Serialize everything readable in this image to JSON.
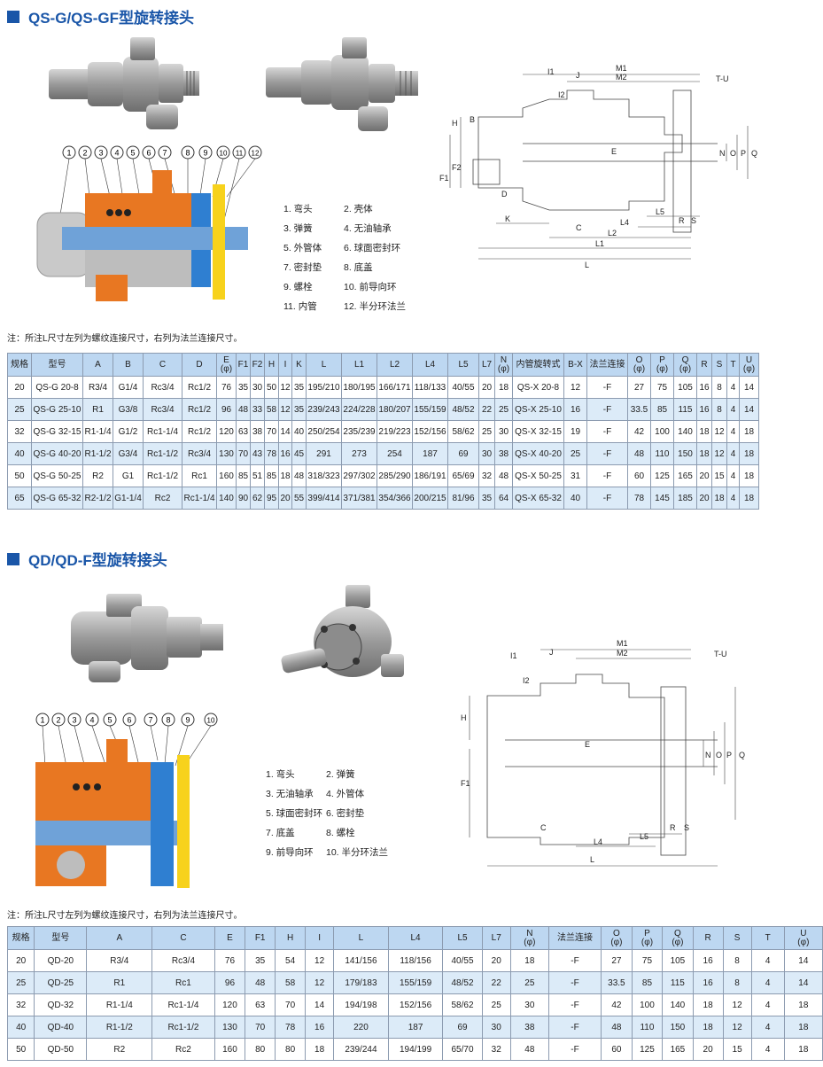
{
  "section1": {
    "title": "QS-G/QS-GF型旋转接头",
    "callouts": [
      "1",
      "2",
      "3",
      "4",
      "5",
      "6",
      "7",
      "8",
      "9",
      "10",
      "11",
      "12"
    ],
    "parts": [
      "1. 弯头",
      "2. 壳体",
      "3. 弹簧",
      "4. 无油轴承",
      "5. 外管体",
      "6. 球面密封环",
      "7. 密封垫",
      "8. 底盖",
      "9. 螺栓",
      "10. 前导向环",
      "11. 内管",
      "12. 半分环法兰"
    ],
    "dims": {
      "M1": "M1",
      "M2": "M2",
      "I1": "I1",
      "J": "J",
      "I2": "I2",
      "TU": "T-U",
      "H": "H",
      "B": "B",
      "F1": "F1",
      "F2": "F2",
      "D": "D",
      "K": "K",
      "C": "C",
      "E": "E",
      "N": "N",
      "O": "O",
      "P": "P",
      "Q": "Q",
      "R": "R",
      "S": "S",
      "L1": "L1",
      "L2": "L2",
      "L4": "L4",
      "L5": "L5",
      "L": "L"
    },
    "note": "注：所注L尺寸左列为螺纹连接尺寸，右列为法兰连接尺寸。",
    "headers": [
      "规格",
      "型号",
      "A",
      "B",
      "C",
      "D",
      "E\n(φ)",
      "F1",
      "F2",
      "H",
      "I",
      "K",
      "L",
      "L1",
      "L2",
      "L4",
      "L5",
      "L7",
      "N\n(φ)",
      "内管旋转式",
      "B-X",
      "法兰连接",
      "O\n(φ)",
      "P\n(φ)",
      "Q\n(φ)",
      "R",
      "S",
      "T",
      "U\n(φ)"
    ],
    "rows": [
      [
        "20",
        "QS-G 20-8",
        "R3/4",
        "G1/4",
        "Rc3/4",
        "Rc1/2",
        "76",
        "35",
        "30",
        "50",
        "12",
        "35",
        "195/210",
        "180/195",
        "166/171",
        "118/133",
        "40/55",
        "20",
        "18",
        "QS-X 20-8",
        "12",
        "-F",
        "27",
        "75",
        "105",
        "16",
        "8",
        "4",
        "14"
      ],
      [
        "25",
        "QS-G 25-10",
        "R1",
        "G3/8",
        "Rc3/4",
        "Rc1/2",
        "96",
        "48",
        "33",
        "58",
        "12",
        "35",
        "239/243",
        "224/228",
        "180/207",
        "155/159",
        "48/52",
        "22",
        "25",
        "QS-X 25-10",
        "16",
        "-F",
        "33.5",
        "85",
        "115",
        "16",
        "8",
        "4",
        "14"
      ],
      [
        "32",
        "QS-G 32-15",
        "R1-1/4",
        "G1/2",
        "Rc1-1/4",
        "Rc1/2",
        "120",
        "63",
        "38",
        "70",
        "14",
        "40",
        "250/254",
        "235/239",
        "219/223",
        "152/156",
        "58/62",
        "25",
        "30",
        "QS-X 32-15",
        "19",
        "-F",
        "42",
        "100",
        "140",
        "18",
        "12",
        "4",
        "18"
      ],
      [
        "40",
        "QS-G 40-20",
        "R1-1/2",
        "G3/4",
        "Rc1-1/2",
        "Rc3/4",
        "130",
        "70",
        "43",
        "78",
        "16",
        "45",
        "291",
        "273",
        "254",
        "187",
        "69",
        "30",
        "38",
        "QS-X 40-20",
        "25",
        "-F",
        "48",
        "110",
        "150",
        "18",
        "12",
        "4",
        "18"
      ],
      [
        "50",
        "QS-G 50-25",
        "R2",
        "G1",
        "Rc1-1/2",
        "Rc1",
        "160",
        "85",
        "51",
        "85",
        "18",
        "48",
        "318/323",
        "297/302",
        "285/290",
        "186/191",
        "65/69",
        "32",
        "48",
        "QS-X 50-25",
        "31",
        "-F",
        "60",
        "125",
        "165",
        "20",
        "15",
        "4",
        "18"
      ],
      [
        "65",
        "QS-G 65-32",
        "R2-1/2",
        "G1-1/4",
        "Rc2",
        "Rc1-1/4",
        "140",
        "90",
        "62",
        "95",
        "20",
        "55",
        "399/414",
        "371/381",
        "354/366",
        "200/215",
        "81/96",
        "35",
        "64",
        "QS-X 65-32",
        "40",
        "-F",
        "78",
        "145",
        "185",
        "20",
        "18",
        "4",
        "18"
      ]
    ]
  },
  "section2": {
    "title": "QD/QD-F型旋转接头",
    "callouts": [
      "1",
      "2",
      "3",
      "4",
      "5",
      "6",
      "7",
      "8",
      "9",
      "10"
    ],
    "parts": [
      "1. 弯头",
      "2. 弹簧",
      "3. 无油轴承",
      "4. 外管体",
      "5. 球面密封环",
      "6. 密封垫",
      "7. 底盖",
      "8. 螺栓",
      "9. 前导向环",
      "10. 半分环法兰"
    ],
    "dims": {
      "M1": "M1",
      "M2": "M2",
      "I1": "I1",
      "J": "J",
      "I2": "I2",
      "TU": "T-U",
      "H": "H",
      "F1": "F1",
      "C": "C",
      "E": "E",
      "N": "N",
      "O": "O",
      "P": "P",
      "Q": "Q",
      "R": "R",
      "S": "S",
      "L4": "L4",
      "L5": "L5",
      "L": "L"
    },
    "note": "注：所注L尺寸左列为螺纹连接尺寸，右列为法兰连接尺寸。",
    "headers": [
      "规格",
      "型号",
      "A",
      "C",
      "E",
      "F1",
      "H",
      "I",
      "L",
      "L4",
      "L5",
      "L7",
      "N\n(φ)",
      "法兰连接",
      "O\n(φ)",
      "P\n(φ)",
      "Q\n(φ)",
      "R",
      "S",
      "T",
      "U\n(φ)"
    ],
    "rows": [
      [
        "20",
        "QD-20",
        "R3/4",
        "Rc3/4",
        "76",
        "35",
        "54",
        "12",
        "141/156",
        "118/156",
        "40/55",
        "20",
        "18",
        "-F",
        "27",
        "75",
        "105",
        "16",
        "8",
        "4",
        "14"
      ],
      [
        "25",
        "QD-25",
        "R1",
        "Rc1",
        "96",
        "48",
        "58",
        "12",
        "179/183",
        "155/159",
        "48/52",
        "22",
        "25",
        "-F",
        "33.5",
        "85",
        "115",
        "16",
        "8",
        "4",
        "14"
      ],
      [
        "32",
        "QD-32",
        "R1-1/4",
        "Rc1-1/4",
        "120",
        "63",
        "70",
        "14",
        "194/198",
        "152/156",
        "58/62",
        "25",
        "30",
        "-F",
        "42",
        "100",
        "140",
        "18",
        "12",
        "4",
        "18"
      ],
      [
        "40",
        "QD-40",
        "R1-1/2",
        "Rc1-1/2",
        "130",
        "70",
        "78",
        "16",
        "220",
        "187",
        "69",
        "30",
        "38",
        "-F",
        "48",
        "110",
        "150",
        "18",
        "12",
        "4",
        "18"
      ],
      [
        "50",
        "QD-50",
        "R2",
        "Rc2",
        "160",
        "80",
        "80",
        "18",
        "239/244",
        "194/199",
        "65/70",
        "32",
        "48",
        "-F",
        "60",
        "125",
        "165",
        "20",
        "15",
        "4",
        "18"
      ]
    ]
  },
  "colors": {
    "title_blue": "#1a56a8",
    "header_bg": "#bdd7f1",
    "row_alt": "#dcebf8",
    "orange": "#e87722",
    "blue": "#2f7fd1",
    "yellow": "#f7d21c"
  }
}
